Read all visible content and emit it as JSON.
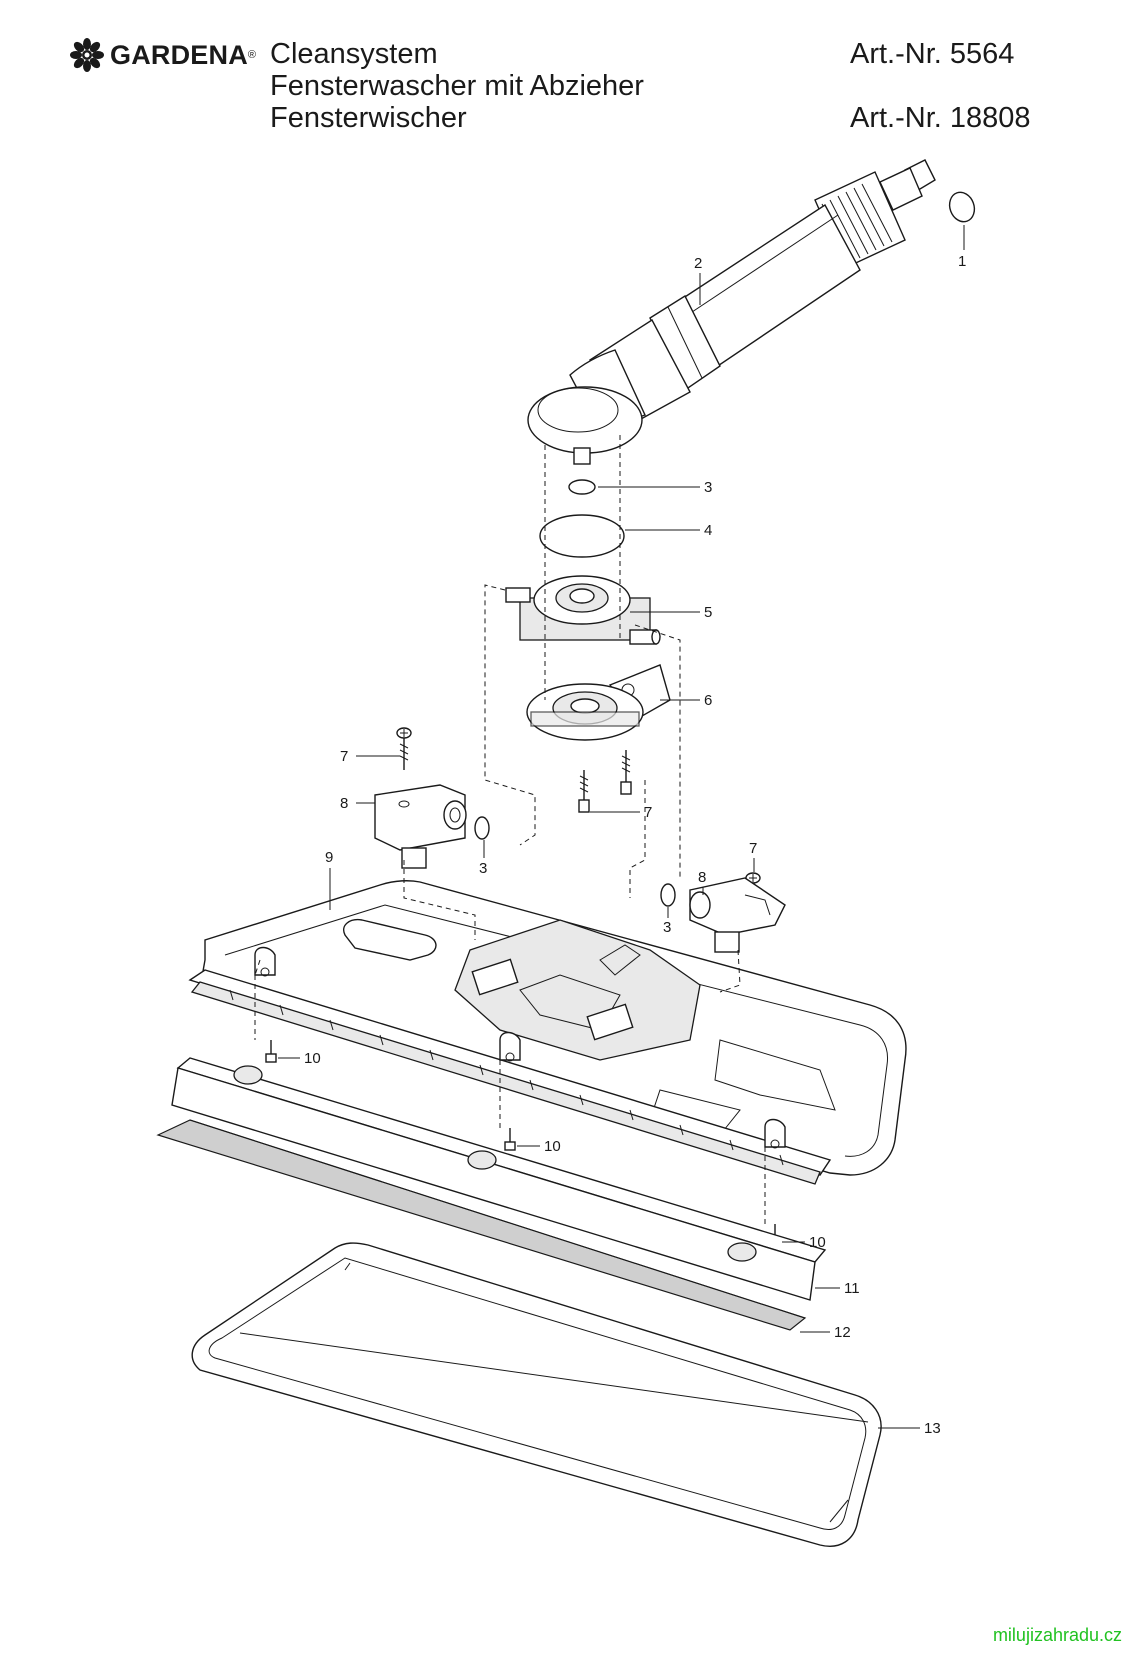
{
  "header": {
    "brand": "GARDENA",
    "brand_mark": "®",
    "product_line": "Cleansystem",
    "item1_name": "Fensterwascher mit Abzieher",
    "item2_name": "Fensterwischer",
    "art_nr_1": "Art.-Nr. 5564",
    "art_nr_2": "Art.-Nr. 18808"
  },
  "parts": [
    {
      "id": "1"
    },
    {
      "id": "2"
    },
    {
      "id": "3"
    },
    {
      "id": "4"
    },
    {
      "id": "5"
    },
    {
      "id": "6"
    },
    {
      "id": "7"
    },
    {
      "id": "8"
    },
    {
      "id": "9"
    },
    {
      "id": "10"
    },
    {
      "id": "11"
    },
    {
      "id": "12"
    },
    {
      "id": "13"
    }
  ],
  "watermark": "milujizahradu.cz",
  "colors": {
    "lines": "#1a1a1a",
    "watermark": "#22c222"
  }
}
